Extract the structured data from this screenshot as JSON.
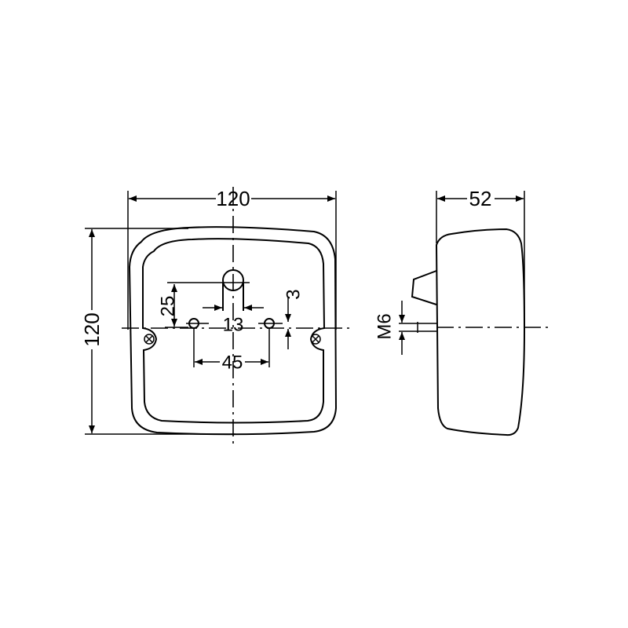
{
  "front_view": {
    "width_dim": "120",
    "height_dim": "120",
    "hole_offset_dim": "25",
    "slot_width_dim": "13",
    "hole_spacing_dim": "45",
    "small_offset_dim": "3"
  },
  "side_view": {
    "depth_dim": "52",
    "thread_dim": "M6"
  }
}
